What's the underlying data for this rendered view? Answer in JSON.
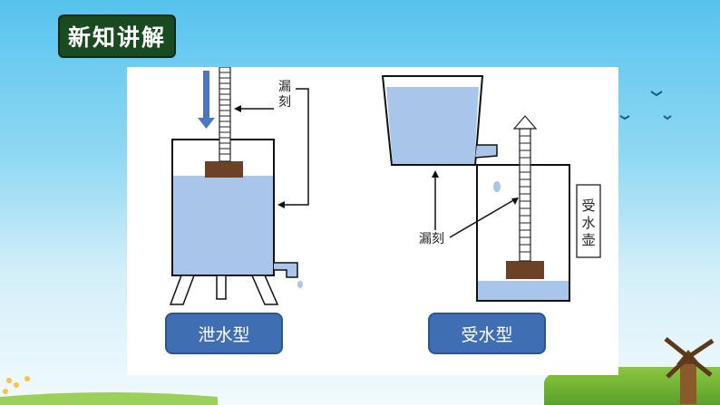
{
  "header": {
    "title": "新知讲解"
  },
  "left_diagram": {
    "annotation": "漏刻",
    "caption": "泄水型"
  },
  "right_diagram": {
    "annotation": "漏刻",
    "vessel_label": "受水壶",
    "caption": "受水型"
  },
  "colors": {
    "title_bg": "#1a4a20",
    "caption_bg": "#3f6fb2",
    "water": "#a9c6ea",
    "float_block": "#6b4226",
    "sky": "#57c3ee"
  }
}
